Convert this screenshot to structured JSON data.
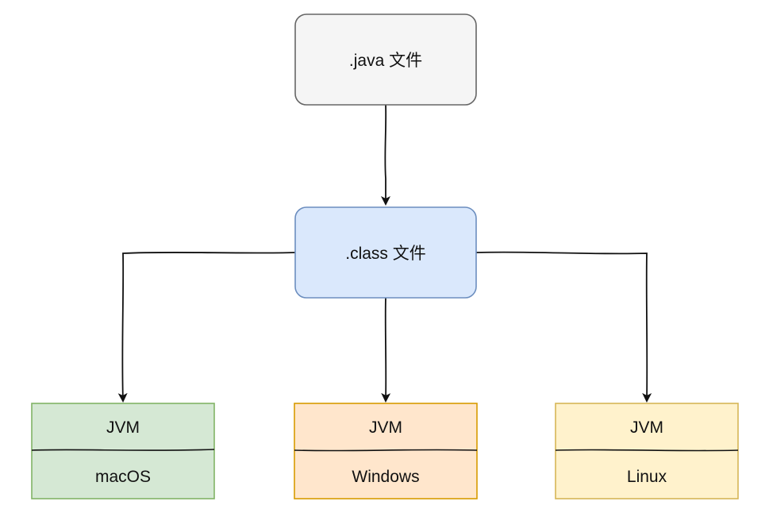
{
  "colors": {
    "java_fill": "#f5f5f5",
    "java_stroke": "#666666",
    "class_fill": "#dae8fc",
    "class_stroke": "#6c8ebf",
    "mac_fill": "#d5e8d4",
    "mac_stroke": "#82b366",
    "win_fill": "#ffe6cc",
    "win_stroke": "#d79b00",
    "linux_fill": "#fff2cc",
    "linux_stroke": "#d6b656",
    "edge": "#111111"
  },
  "nodes": {
    "java_file": {
      "label": ".java 文件"
    },
    "class_file": {
      "label": ".class 文件"
    },
    "jvm_mac": {
      "title": "JVM",
      "os": "macOS"
    },
    "jvm_windows": {
      "title": "JVM",
      "os": "Windows"
    },
    "jvm_linux": {
      "title": "JVM",
      "os": "Linux"
    }
  },
  "edges": [
    {
      "from": "java_file",
      "to": "class_file"
    },
    {
      "from": "class_file",
      "to": "jvm_mac"
    },
    {
      "from": "class_file",
      "to": "jvm_windows"
    },
    {
      "from": "class_file",
      "to": "jvm_linux"
    }
  ]
}
